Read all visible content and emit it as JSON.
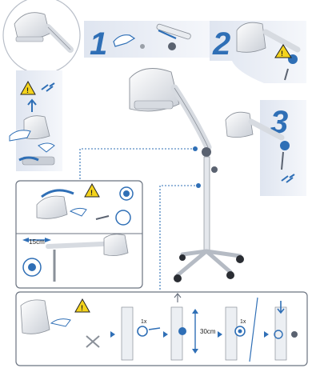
{
  "steps": [
    {
      "number": "1"
    },
    {
      "number": "2"
    },
    {
      "number": "3"
    }
  ],
  "icons": {
    "warning": "warning-triangle-icon",
    "plug": "unplug-icon",
    "hand": "hand-icon"
  },
  "measurements": {
    "side_offset": "15cm",
    "height_change": "30cm",
    "turns_1": "1x",
    "turns_2": "1x"
  },
  "colors": {
    "accent_blue": "#2f6fb6",
    "panel_bg": "#e6ebf4",
    "warning_yellow": "#f4d31c",
    "dotted_line": "#2f6fb6"
  }
}
